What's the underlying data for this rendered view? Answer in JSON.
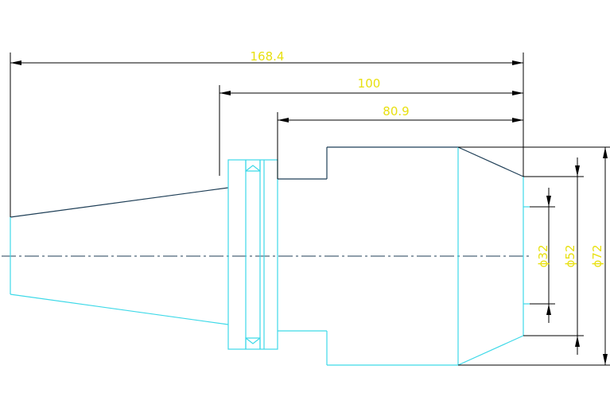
{
  "drawing": {
    "colors": {
      "background": "#ffffff",
      "dimension_text": "#e8e010",
      "dimension_lines": "#000000",
      "part_outline_primary": "#3ed9e8",
      "part_outline_secondary": "#1f3f57",
      "centerline": "#1f3f57"
    },
    "dimensions": {
      "overall_length": "168.4",
      "flange_to_end": "100",
      "body_length": "80.9",
      "bore_diameter": "ϕ32",
      "nose_diameter": "ϕ52",
      "body_diameter": "ϕ72"
    }
  }
}
